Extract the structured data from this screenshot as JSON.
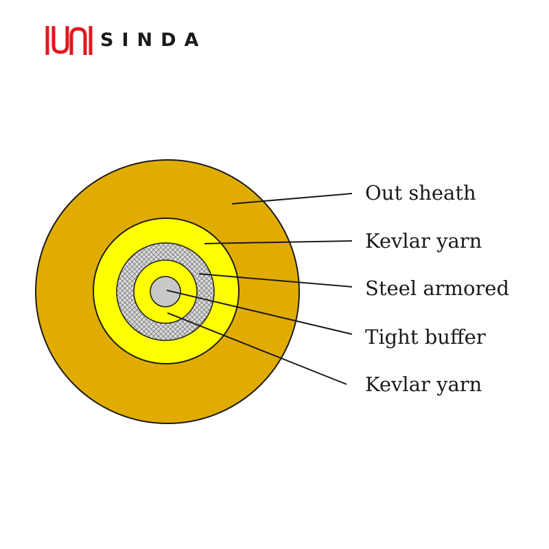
{
  "brand": {
    "name": "SINDA",
    "logo_color": "#e0191e"
  },
  "colors": {
    "outer_sheath": "#e0ac00",
    "kevlar_outer": "#ffff00",
    "steel_armor": "#d8d8d8",
    "kevlar_inner": "#ffff00",
    "fiber_core": "#c8c8c8",
    "stroke": "#1a1a1a"
  },
  "labels": [
    {
      "id": "out-sheath",
      "text": "Out sheath"
    },
    {
      "id": "kevlar-yarn-outer",
      "text": "Kevlar yarn"
    },
    {
      "id": "steel-armored",
      "text": "Steel armored"
    },
    {
      "id": "tight-buffer",
      "text": "Tight buffer"
    },
    {
      "id": "kevlar-yarn-inner",
      "text": "Kevlar yarn"
    }
  ]
}
